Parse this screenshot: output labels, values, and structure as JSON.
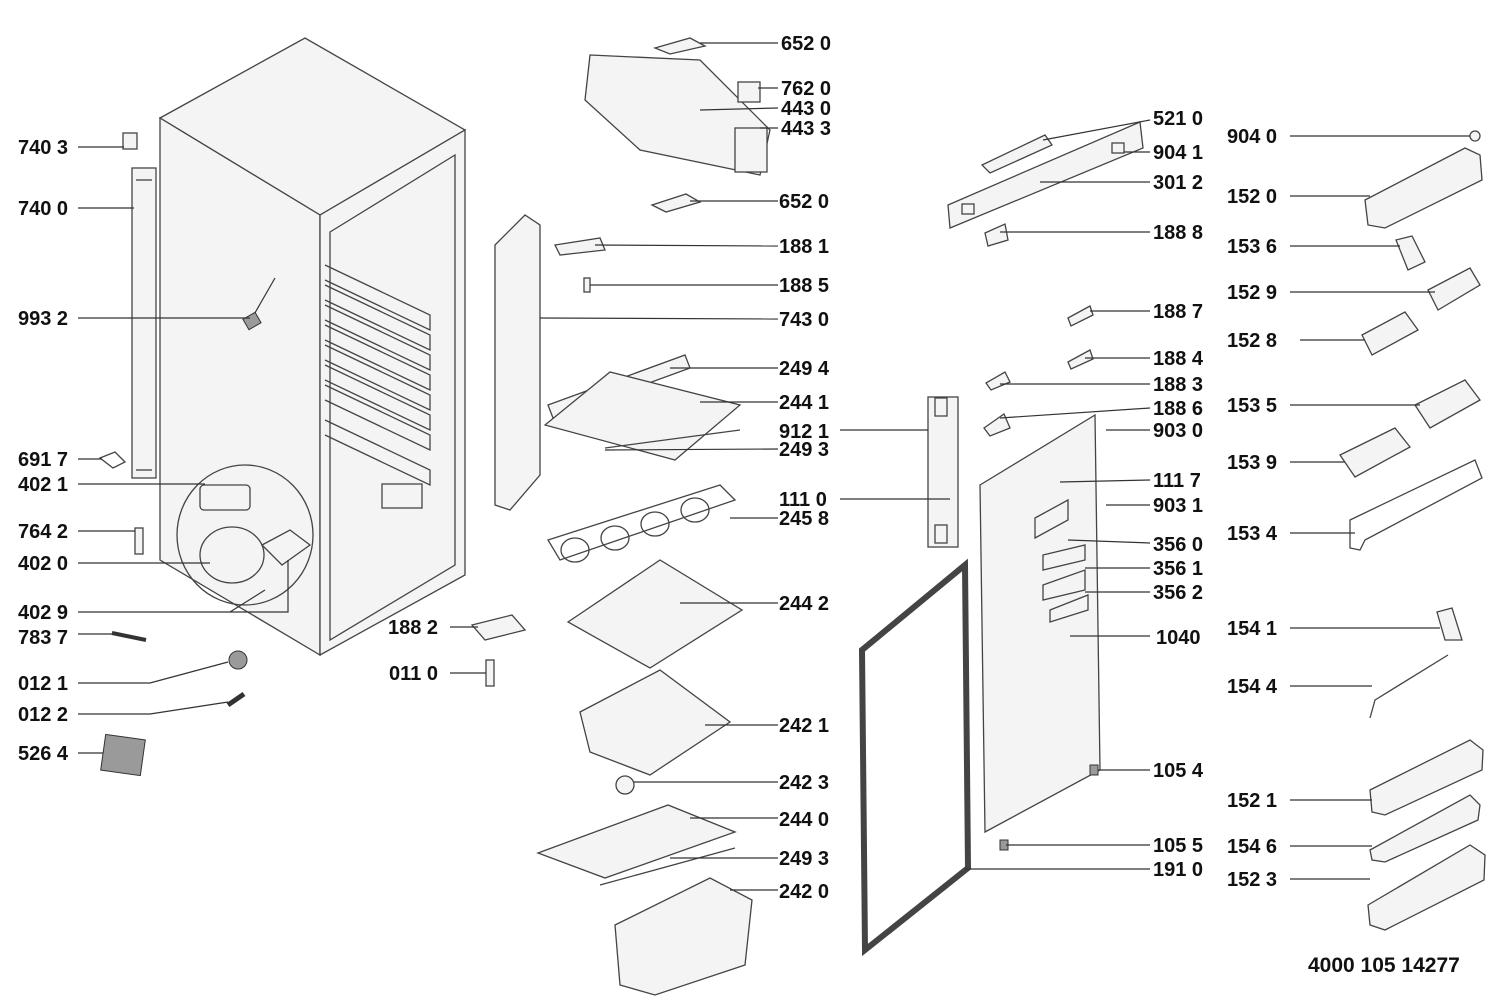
{
  "document_number": "4000 105 14277",
  "part_labels": {
    "p6520a": "652 0",
    "p7620": "762 0",
    "p4430": "443 0",
    "p4433": "443 3",
    "p6520b": "652 0",
    "p1881": "188 1",
    "p1885": "188 5",
    "p7430": "743 0",
    "p2494": "249 4",
    "p2441": "244 1",
    "p9121": "912 1",
    "p2493a": "249 3",
    "p1110": "111 0",
    "p2458": "245 8",
    "p2442": "244 2",
    "p1882": "188 2",
    "p0110": "011 0",
    "p2421": "242 1",
    "p2423": "242 3",
    "p2440": "244 0",
    "p2493b": "249 3",
    "p2420": "242 0",
    "p7403": "740 3",
    "p7400": "740 0",
    "p9932": "993 2",
    "p6917": "691 7",
    "p4021": "402 1",
    "p7642": "764 2",
    "p4020": "402 0",
    "p4029": "402 9",
    "p7837": "783 7",
    "p0121": "012 1",
    "p0122": "012 2",
    "p5264": "526 4",
    "p5210": "521 0",
    "p9041": "904 1",
    "p3012": "301 2",
    "p1888": "188 8",
    "p1887": "188 7",
    "p1884": "188 4",
    "p1883": "188 3",
    "p1886": "188 6",
    "p9030": "903 0",
    "p1117": "111 7",
    "p9031": "903 1",
    "p3560": "356 0",
    "p3561": "356 1",
    "p3562": "356 2",
    "p1040": "1040",
    "p1054": "105 4",
    "p1055": "105 5",
    "p1910": "191 0",
    "p9040": "904 0",
    "p1520": "152 0",
    "p1536": "153 6",
    "p1529": "152 9",
    "p1528": "152 8",
    "p1535": "153 5",
    "p1539": "153 9",
    "p1534": "153 4",
    "p1541": "154 1",
    "p1544": "154 4",
    "p1521": "152 1",
    "p1546": "154 6",
    "p1523": "152 3"
  }
}
